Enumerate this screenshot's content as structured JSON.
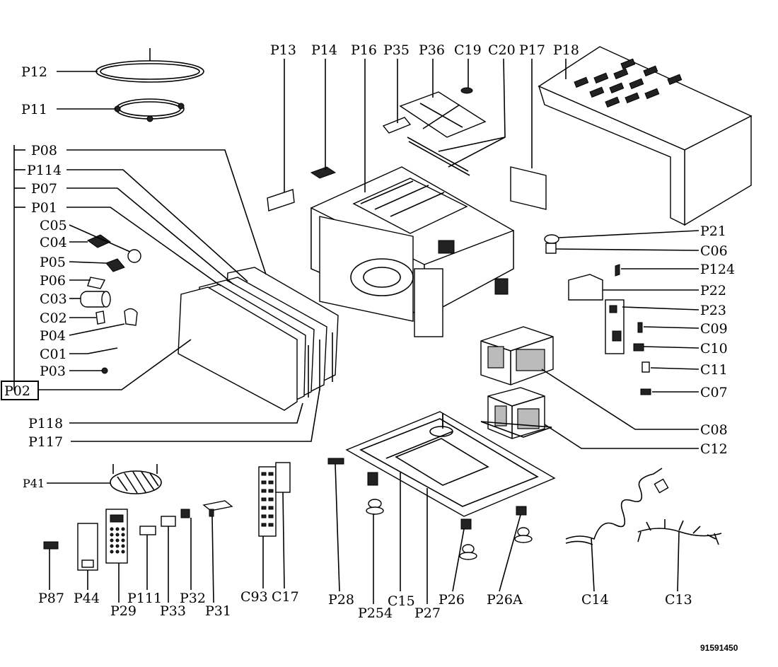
{
  "diagram": {
    "labels": {
      "P12": "P12",
      "P11": "P11",
      "P08": "P08",
      "P114": "P114",
      "P07": "P07",
      "P01": "P01",
      "C05": "C05",
      "C04": "C04",
      "P05": "P05",
      "P06": "P06",
      "C03": "C03",
      "C02": "C02",
      "P04": "P04",
      "C01": "C01",
      "P03": "P03",
      "P02": "P02",
      "P118": "P118",
      "P117": "P117",
      "P41": "P41",
      "P13": "P13",
      "P14": "P14",
      "P16": "P16",
      "P35": "P35",
      "P36": "P36",
      "C19": "C19",
      "C20": "C20",
      "P17": "P17",
      "P18": "P18",
      "P21": "P21",
      "C06": "C06",
      "P124": "P124",
      "P22": "P22",
      "P23": "P23",
      "C09": "C09",
      "C10": "C10",
      "C11": "C11",
      "C07": "C07",
      "C08": "C08",
      "C12": "C12",
      "P87": "P87",
      "P44": "P44",
      "P29": "P29",
      "P111": "P111",
      "P33": "P33",
      "P32": "P32",
      "P31": "P31",
      "C93": "C93",
      "C17": "C17",
      "P28": "P28",
      "P254": "P254",
      "C15": "C15",
      "P27": "P27",
      "P26": "P26",
      "P26A": "P26A",
      "C14": "C14",
      "C13": "C13"
    },
    "doc_number": "91591450"
  }
}
